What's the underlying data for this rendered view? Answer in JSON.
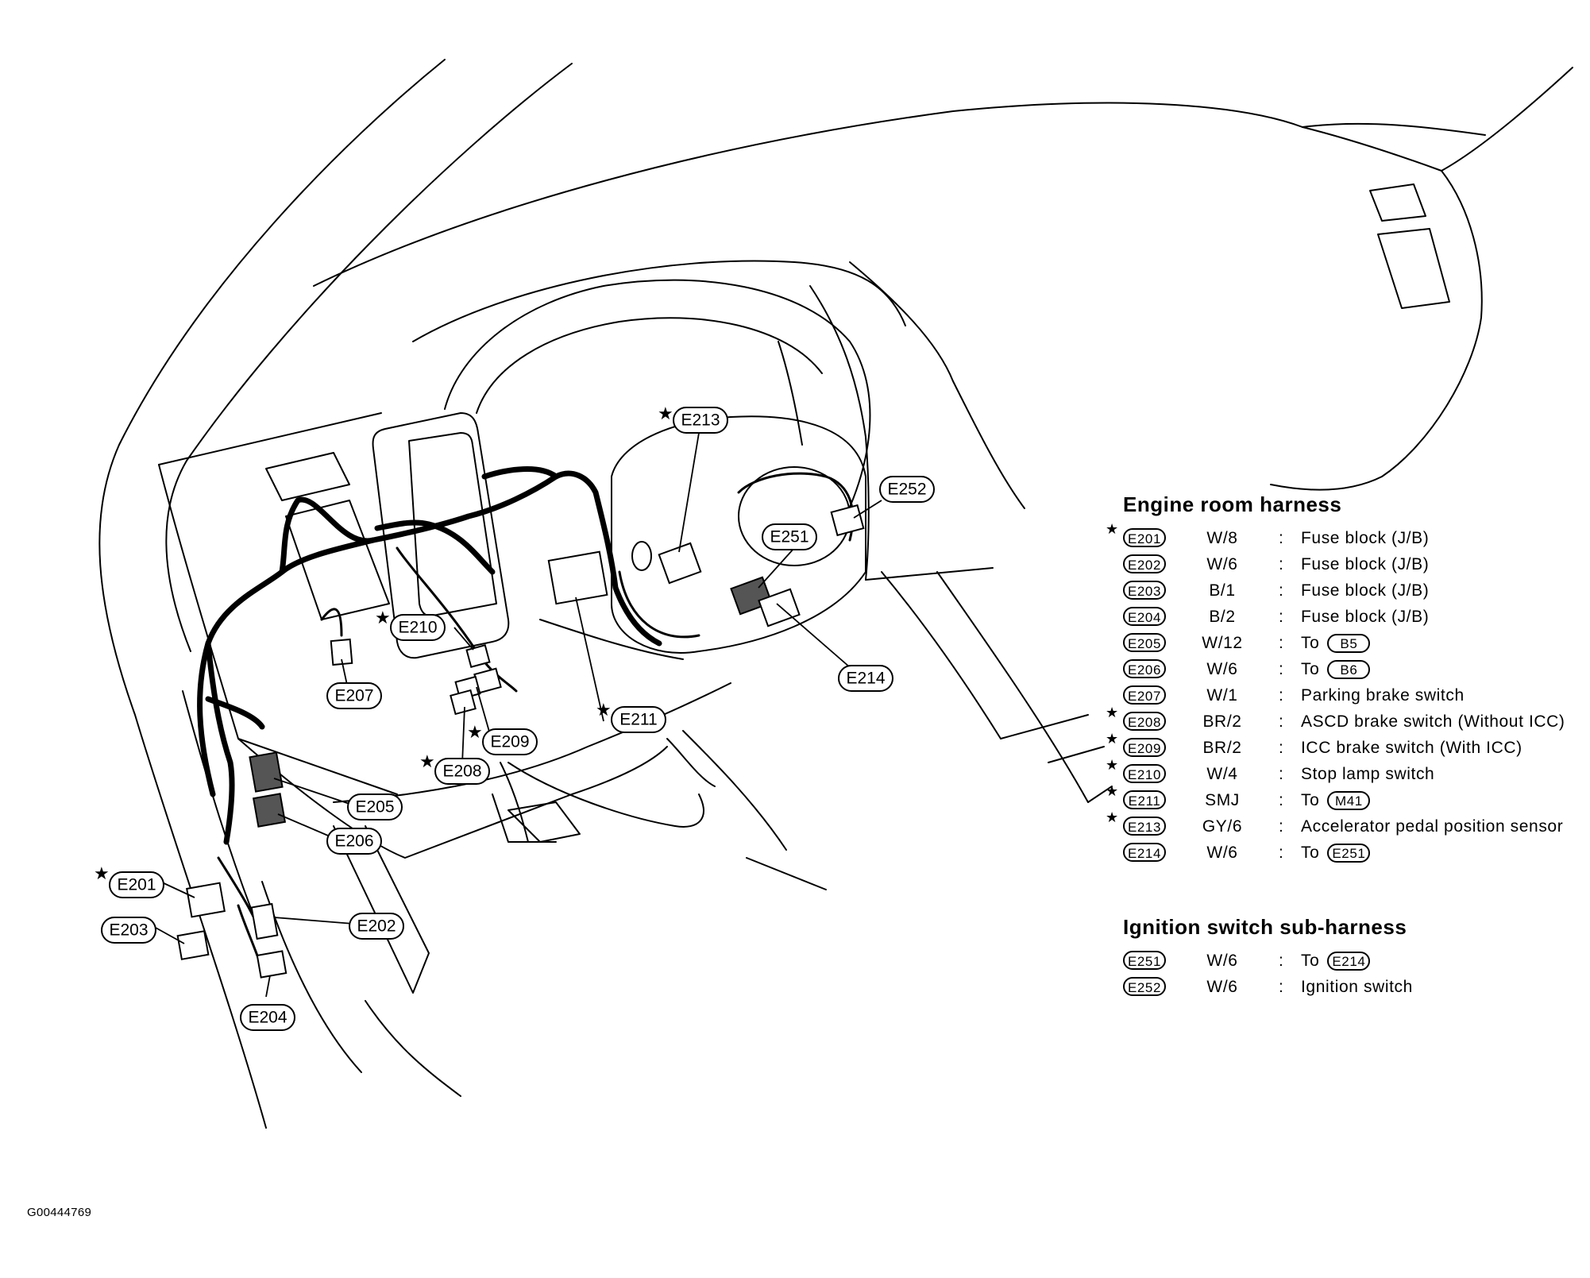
{
  "figure_id": "G00444769",
  "callouts": {
    "E201": "E201",
    "E202": "E202",
    "E203": "E203",
    "E204": "E204",
    "E205": "E205",
    "E206": "E206",
    "E207": "E207",
    "E208": "E208",
    "E209": "E209",
    "E210": "E210",
    "E211": "E211",
    "E213": "E213",
    "E214": "E214",
    "E251": "E251",
    "E252": "E252"
  },
  "star_symbol": "★",
  "legend": {
    "engine_room": {
      "title": "Engine room harness",
      "rows": [
        {
          "star": "★",
          "id": "E201",
          "color": "W/8",
          "desc": "Fuse block (J/B)",
          "ref": ""
        },
        {
          "star": "",
          "id": "E202",
          "color": "W/6",
          "desc": "Fuse block (J/B)",
          "ref": ""
        },
        {
          "star": "",
          "id": "E203",
          "color": "B/1",
          "desc": "Fuse block (J/B)",
          "ref": ""
        },
        {
          "star": "",
          "id": "E204",
          "color": "B/2",
          "desc": "Fuse block (J/B)",
          "ref": ""
        },
        {
          "star": "",
          "id": "E205",
          "color": "W/12",
          "desc": "To",
          "ref": "B5"
        },
        {
          "star": "",
          "id": "E206",
          "color": "W/6",
          "desc": "To",
          "ref": "B6"
        },
        {
          "star": "",
          "id": "E207",
          "color": "W/1",
          "desc": "Parking brake switch",
          "ref": ""
        },
        {
          "star": "★",
          "id": "E208",
          "color": "BR/2",
          "desc": "ASCD brake switch (Without ICC)",
          "ref": ""
        },
        {
          "star": "★",
          "id": "E209",
          "color": "BR/2",
          "desc": "ICC brake switch (With ICC)",
          "ref": ""
        },
        {
          "star": "★",
          "id": "E210",
          "color": "W/4",
          "desc": "Stop lamp switch",
          "ref": ""
        },
        {
          "star": "★",
          "id": "E211",
          "color": "SMJ",
          "desc": "To",
          "ref": "M41"
        },
        {
          "star": "★",
          "id": "E213",
          "color": "GY/6",
          "desc": "Accelerator pedal position sensor",
          "ref": ""
        },
        {
          "star": "",
          "id": "E214",
          "color": "W/6",
          "desc": "To",
          "ref": "E251"
        }
      ]
    },
    "ignition": {
      "title": "Ignition switch sub-harness",
      "rows": [
        {
          "star": "",
          "id": "E251",
          "color": "W/6",
          "desc": "To",
          "ref": "E214"
        },
        {
          "star": "",
          "id": "E252",
          "color": "W/6",
          "desc": "Ignition switch",
          "ref": ""
        }
      ]
    },
    "colon": ":"
  }
}
